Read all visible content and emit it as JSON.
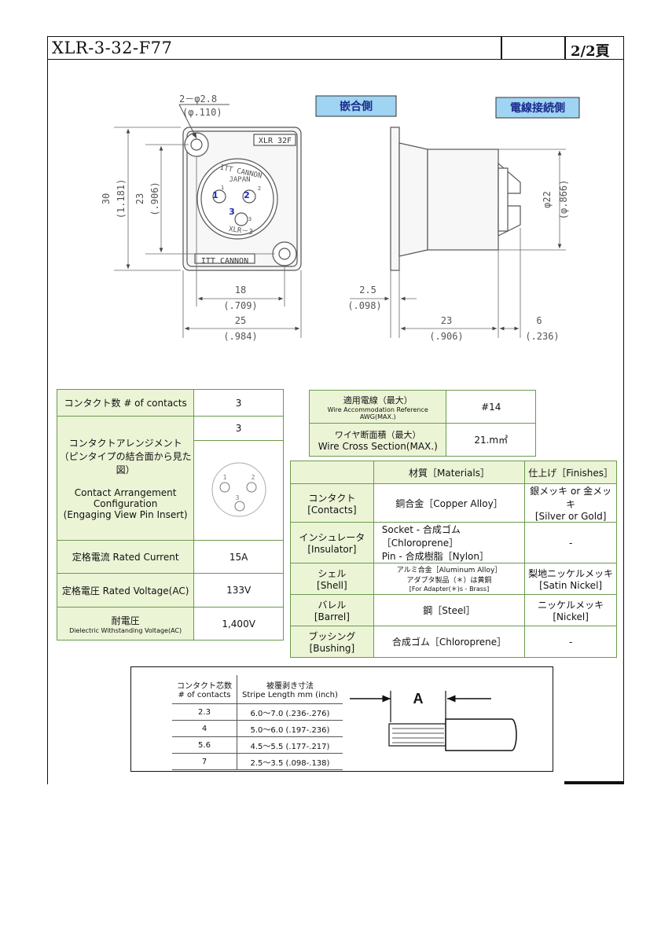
{
  "header": {
    "title": "XLR-3-32-F77",
    "page": "2/2頁"
  },
  "drawing": {
    "mating_side_label": "嵌合側",
    "wire_side_label": "電線接続側",
    "hole_label_1": "2－φ2.8",
    "hole_label_2": "(φ.110)",
    "marking_top": "XLR 32F",
    "marking_ring": "ITT CANNON",
    "marking_japan": "JAPAN",
    "marking_bottom": "ITT CANNON",
    "marking_xlr": "XLR－3",
    "pin_1": "1",
    "pin_2": "2",
    "pin_3": "3",
    "pin_small_1": "1",
    "pin_small_2": "2",
    "pin_small_3": "3",
    "dim_30": "30",
    "dim_30_in": "(1.181)",
    "dim_23": "23",
    "dim_23_in": "(.906)",
    "dim_18": "18",
    "dim_18_in": "(.709)",
    "dim_25": "25",
    "dim_25_in": "(.984)",
    "dim_25mm": "2.5",
    "dim_25mm_in": "(.098)",
    "dim_23b": "23",
    "dim_23b_in": "(.906)",
    "dim_6": "6",
    "dim_6_in": "(.236)",
    "dim_22": "φ22",
    "dim_22_in": "(φ.866)"
  },
  "left_table": {
    "contacts_label": "コンタクト数 # of contacts",
    "contacts_value": "3",
    "arrangement_label_jp1": "コンタクトアレンジメント",
    "arrangement_label_jp2": "（ピンタイプの結合面から見た図）",
    "arrangement_label_en1": "Contact Arrangement",
    "arrangement_label_en2": "Configuration",
    "arrangement_label_en3": "(Engaging View Pin Insert)",
    "arrangement_value": "3",
    "arr_pin_1": "1",
    "arr_pin_2": "2",
    "arr_pin_3": "3",
    "current_label": "定格電流 Rated Current",
    "current_value": "15A",
    "voltage_label": "定格電圧 Rated Voltage(AC)",
    "voltage_value": "133V",
    "dielectric_label_jp": "耐電圧",
    "dielectric_label_en": "Dielectric Withstanding Voltage(AC)",
    "dielectric_value": "1,400V"
  },
  "wire_table": {
    "awg_label_jp": "適用電線（最大）",
    "awg_label_en": "Wire Accommodation Reference AWG(MAX.)",
    "awg_value": "#14",
    "cross_label_jp": "ワイヤ断面積（最大）",
    "cross_label_en": "Wire Cross Section(MAX.)",
    "cross_value": "21.m㎡"
  },
  "materials_table": {
    "head_materials": "材質［Materials］",
    "head_finishes": "仕上げ［Finishes］",
    "rows": [
      {
        "part_jp": "コンタクト",
        "part_en": "[Contacts]",
        "material": "銅合金［Copper Alloy］",
        "finish_1": "銀メッキ or 金メッキ",
        "finish_2": "[Silver or Gold]"
      },
      {
        "part_jp": "インシュレータ",
        "part_en": "[Insulator]",
        "material_1": "Socket - 合成ゴム［Chloroprene］",
        "material_2": "Pin - 合成樹脂［Nylon］",
        "finish": "-"
      },
      {
        "part_jp": "シェル",
        "part_en": "[Shell]",
        "material_1": "アルミ合金［Aluminum Alloy］",
        "material_2": "アダプタ製品（＊）は黄銅",
        "material_3": "[For Adapter(＊)s - Brass]",
        "finish_1": "梨地ニッケルメッキ",
        "finish_2": "[Satin Nickel]"
      },
      {
        "part_jp": "バレル",
        "part_en": "[Barrel]",
        "material": "鋼［Steel］",
        "finish_1": "ニッケルメッキ",
        "finish_2": "[Nickel]"
      },
      {
        "part_jp": "ブッシング",
        "part_en": "[Bushing]",
        "material": "合成ゴム［Chloroprene］",
        "finish": "-"
      }
    ]
  },
  "strip_table": {
    "head_c1_jp": "コンタクト芯数",
    "head_c1_en": "# of contacts",
    "head_c2_jp": "被覆剥き寸法",
    "head_c2_en": "Stripe Length mm (inch)",
    "rows": [
      {
        "contacts": "2.3",
        "length": "6.0～7.0 (.236-.276)"
      },
      {
        "contacts": "4",
        "length": "5.0～6.0 (.197-.236)"
      },
      {
        "contacts": "5.6",
        "length": "4.5～5.5 (.177-.217)"
      },
      {
        "contacts": "7",
        "length": "2.5～3.5 (.098-.138)"
      }
    ],
    "dimension_label": "A"
  }
}
